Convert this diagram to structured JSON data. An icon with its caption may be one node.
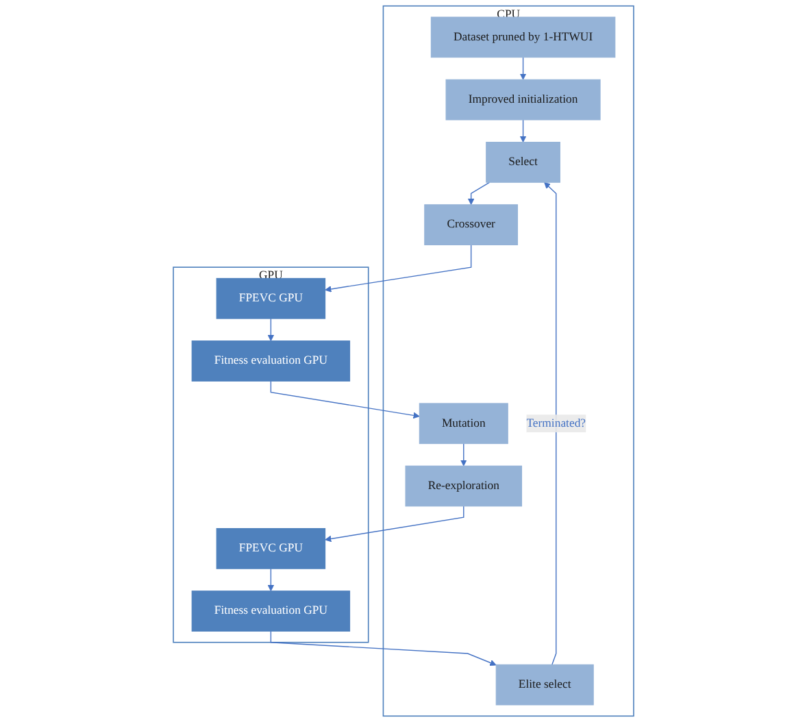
{
  "diagram": {
    "nodes": [
      {
        "text": [
          "CPU"
        ]
      },
      {
        "text": [
          "Dataset pruned by 1-HTWUI"
        ],
        "in": 0
      },
      {
        "text": [
          "Improved initialization"
        ],
        "in": 0
      },
      {
        "text": [
          "Select"
        ],
        "in": 0
      },
      {
        "text": [
          "Crossover"
        ],
        "in": 0
      },
      {
        "text": [
          "Mutation"
        ],
        "in": 0
      },
      {
        "text": [
          "Re-exploration"
        ],
        "in": 0
      },
      {
        "text": [
          "Elite select"
        ],
        "in": 0
      },
      {
        "text": [
          "GPU"
        ]
      },
      {
        "text": [
          "FPEVC GPU"
        ],
        "in": 8
      },
      {
        "text": [
          "Fitness evaluation GPU"
        ],
        "in": 8
      },
      {
        "text": [
          "FPEVC GPU"
        ],
        "in": 8
      },
      {
        "text": [
          "Fitness evaluation GPU"
        ],
        "in": 8
      }
    ],
    "edges": [
      {
        "from": 1,
        "to": 2,
        "arrow": "to"
      },
      {
        "from": 2,
        "to": 3,
        "arrow": "to"
      },
      {
        "from": 3,
        "to": 4,
        "arrow": "to"
      },
      {
        "from": 4,
        "to": 9,
        "arrow": "to"
      },
      {
        "from": 9,
        "to": 10,
        "arrow": "to"
      },
      {
        "from": 10,
        "to": 5,
        "arrow": "to"
      },
      {
        "from": 5,
        "to": 6,
        "arrow": "to"
      },
      {
        "from": 6,
        "to": 11,
        "arrow": "to"
      },
      {
        "from": 11,
        "to": 12,
        "arrow": "to"
      },
      {
        "from": 12,
        "to": 7,
        "arrow": "to"
      },
      {
        "from": 7,
        "to": 3,
        "arrow": "to",
        "label": "Terminated?"
      }
    ]
  }
}
